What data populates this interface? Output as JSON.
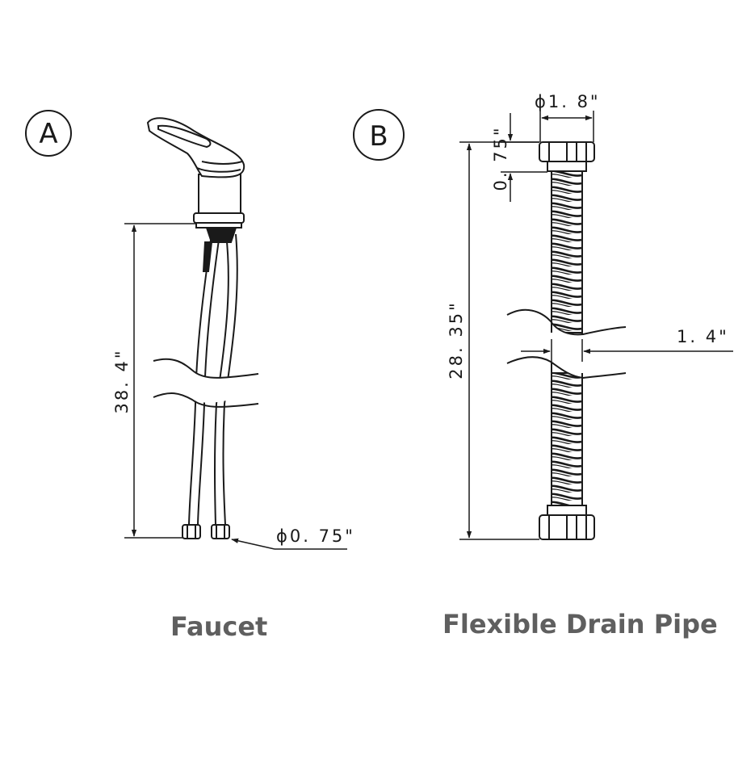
{
  "panel_a": {
    "badge": "A",
    "height_label": "38. 4\"",
    "inlet_diameter_label": "ϕ0. 75\"",
    "caption": "Faucet"
  },
  "panel_b": {
    "badge": "B",
    "outer_diameter_label": "ϕ1. 8\"",
    "nut_height_label": "0. 75\"",
    "length_label": "28. 35\"",
    "hose_diameter_label": "1. 4\"",
    "caption": "Flexible Drain Pipe"
  },
  "colors": {
    "line": "#1a1a1a",
    "caption": "#5f5f5f"
  }
}
